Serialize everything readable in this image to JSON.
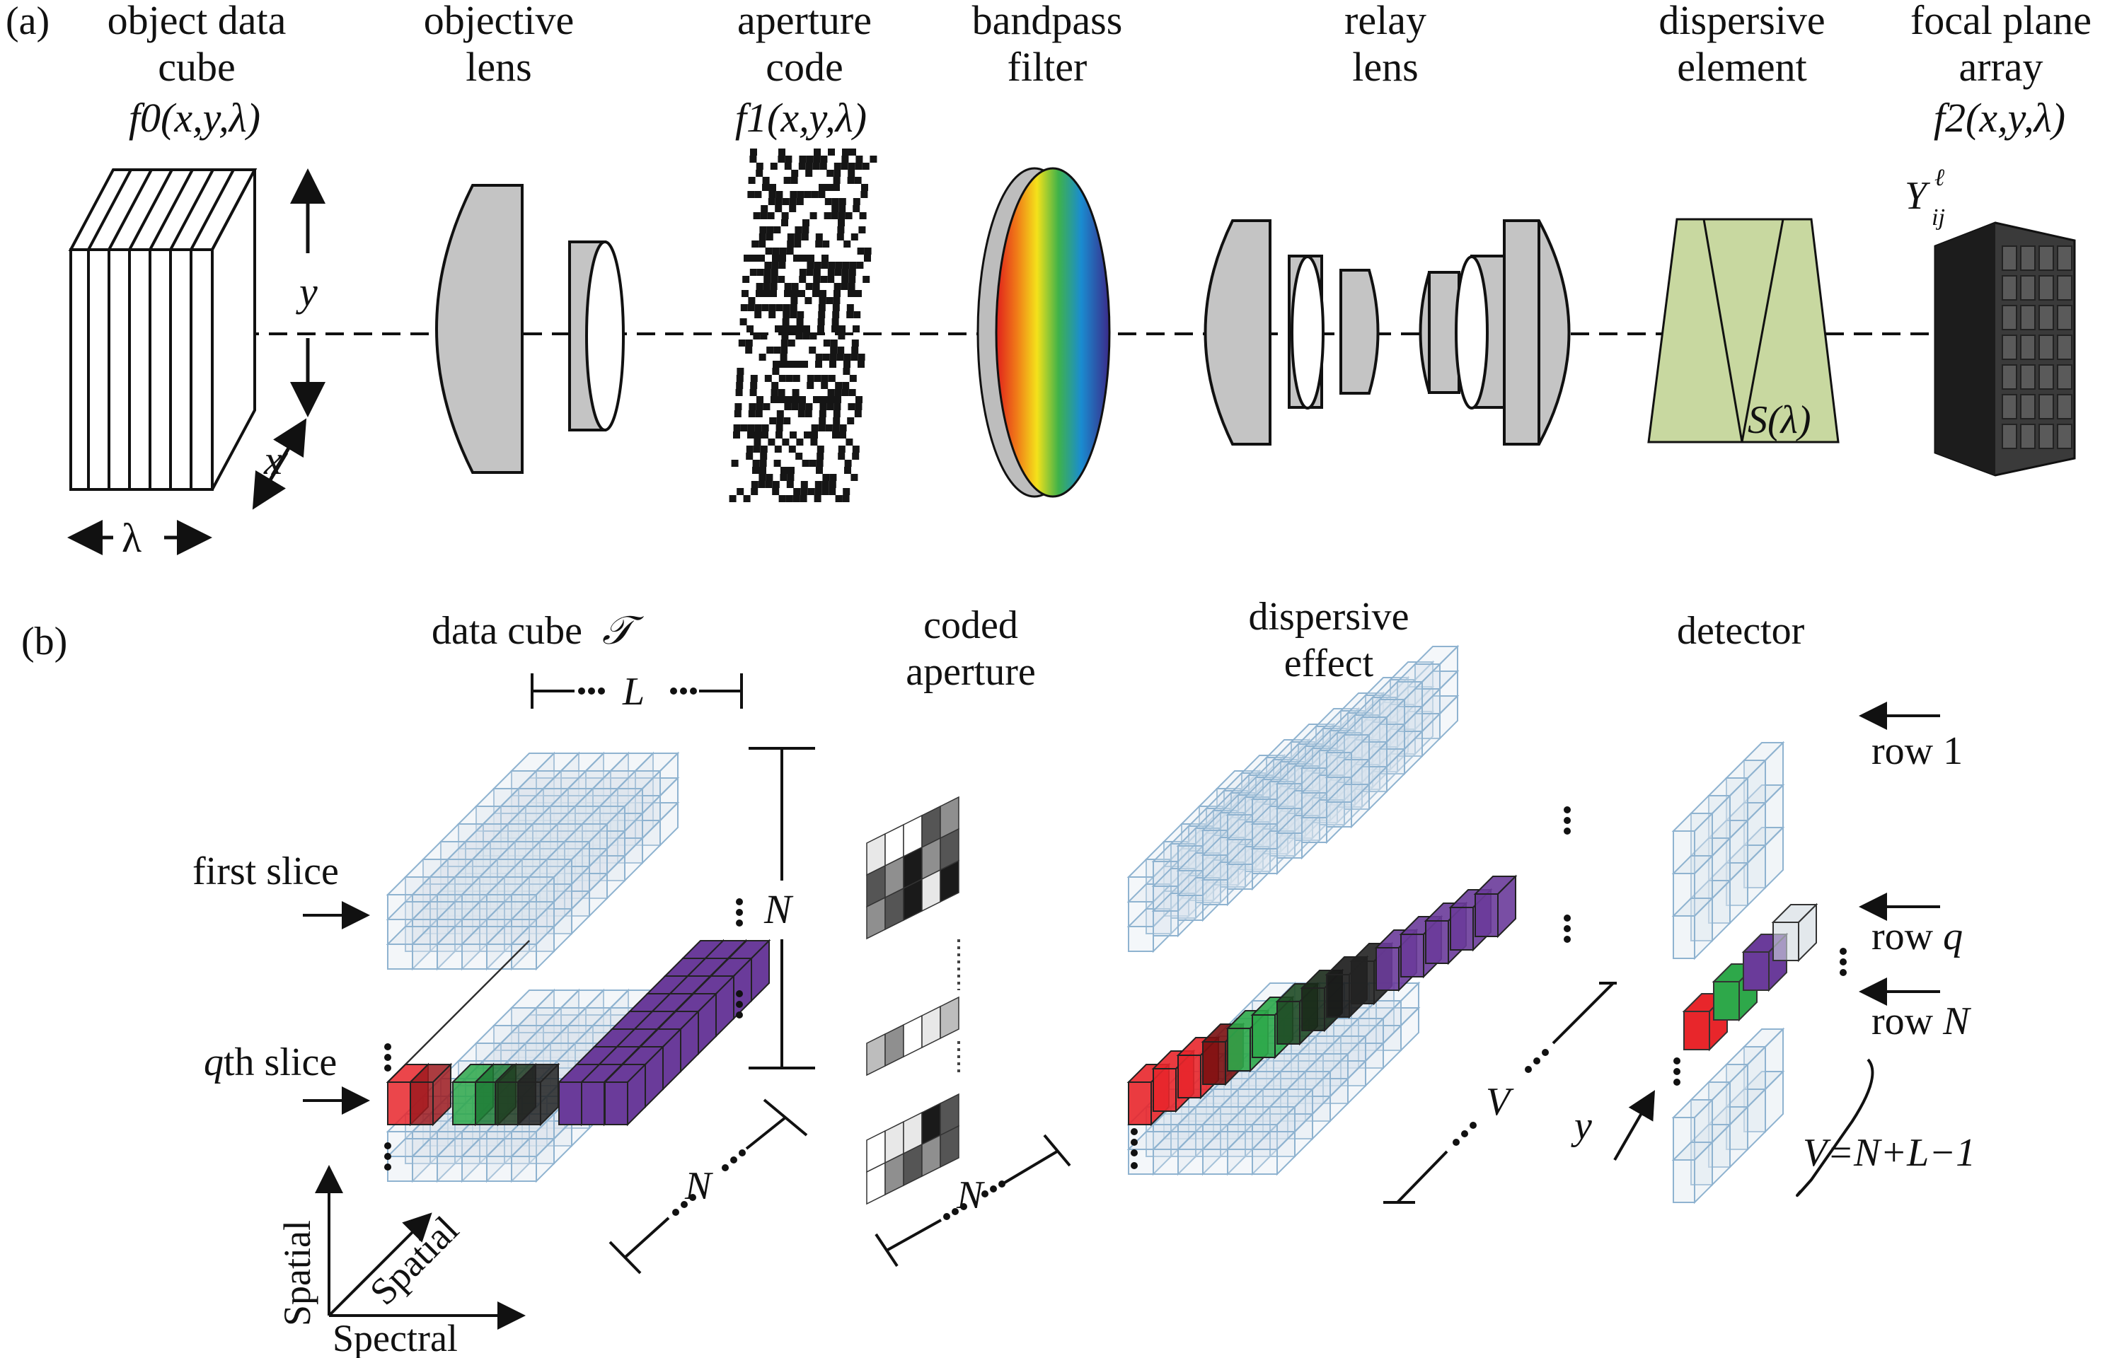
{
  "panel_a": {
    "tag": "(a)",
    "stages": [
      {
        "line1": "object data",
        "line2": "cube",
        "math": "f0(x,y,λ)"
      },
      {
        "line1": "objective",
        "line2": "lens"
      },
      {
        "line1": "aperture",
        "line2": "code",
        "math": "f1(x,y,λ)"
      },
      {
        "line1": "bandpass",
        "line2": "filter"
      },
      {
        "line1": "relay",
        "line2": "lens"
      },
      {
        "line1": "dispersive",
        "line2": "element"
      },
      {
        "line1": "focal plane",
        "line2": "array",
        "math": "f2(x,y,λ)"
      }
    ],
    "axis_y": "y",
    "axis_x": "x",
    "axis_lambda": "λ",
    "dispersion_label": "S(λ)",
    "detector_label": "Y",
    "detector_sub": "ij",
    "detector_sup": "ℓ"
  },
  "panel_b": {
    "tag": "(b)",
    "data_cube_title": "data cube",
    "data_cube_symbol": "𝒯",
    "L_label": "L",
    "N_label": "N",
    "first_slice": "first slice",
    "qth_slice_q": "q",
    "qth_slice_rest": "th slice",
    "coded_aperture_line1": "coded",
    "coded_aperture_line2": "aperture",
    "dispersive_line1": "dispersive",
    "dispersive_line2": "effect",
    "V_label": "V",
    "y_label": "y",
    "detector_title": "detector",
    "row1": "row 1",
    "rowq_prefix": "row ",
    "rowq_var": "q",
    "rowN_prefix": "row ",
    "rowN_var": "N",
    "V_formula": "V=N+L−1",
    "axes": {
      "vertical": "Spatial",
      "diagonal": "Spatial",
      "horizontal": "Spectral"
    }
  },
  "colors": {
    "lens_fill": "#c4c4c4",
    "prism_fill": "#c8d8a0",
    "red": "#e8262b",
    "green": "#2ea84a",
    "purple": "#6a3b9a",
    "grid_line": "#8fb3d0",
    "grid_fill": "#dce6ee"
  }
}
